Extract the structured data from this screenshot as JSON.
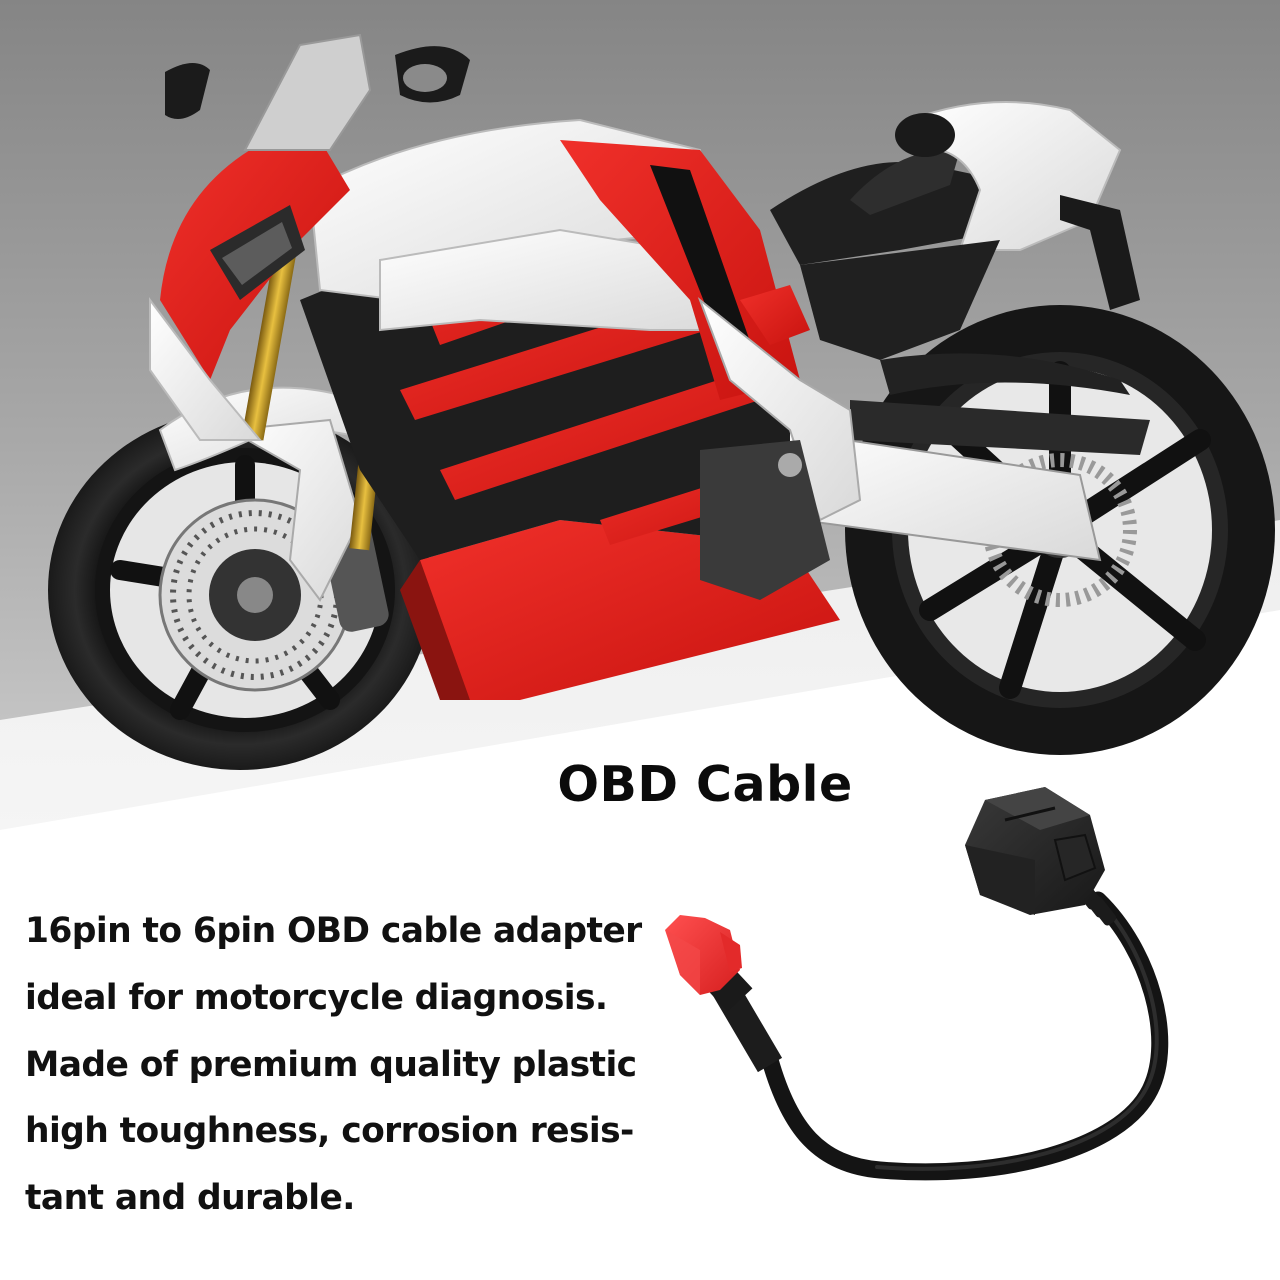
{
  "product": {
    "title": "OBD Cable",
    "description_lines": [
      "16pin to 6pin OBD cable adapter",
      "ideal for motorcycle diagnosis.",
      "Made of premium quality plastic",
      "high toughness, corrosion resis-",
      "tant and durable."
    ]
  },
  "images": {
    "hero": "motorcycle-photo",
    "product": "obd-cable-photo"
  },
  "colors": {
    "background_top": "#868686",
    "background_bottom": "#e6e6e6",
    "panel": "#ffffff",
    "fairing_red": "#e0201c",
    "connector_red": "#f03a3a",
    "connector_black": "#2a2a2a",
    "text": "#111111"
  }
}
